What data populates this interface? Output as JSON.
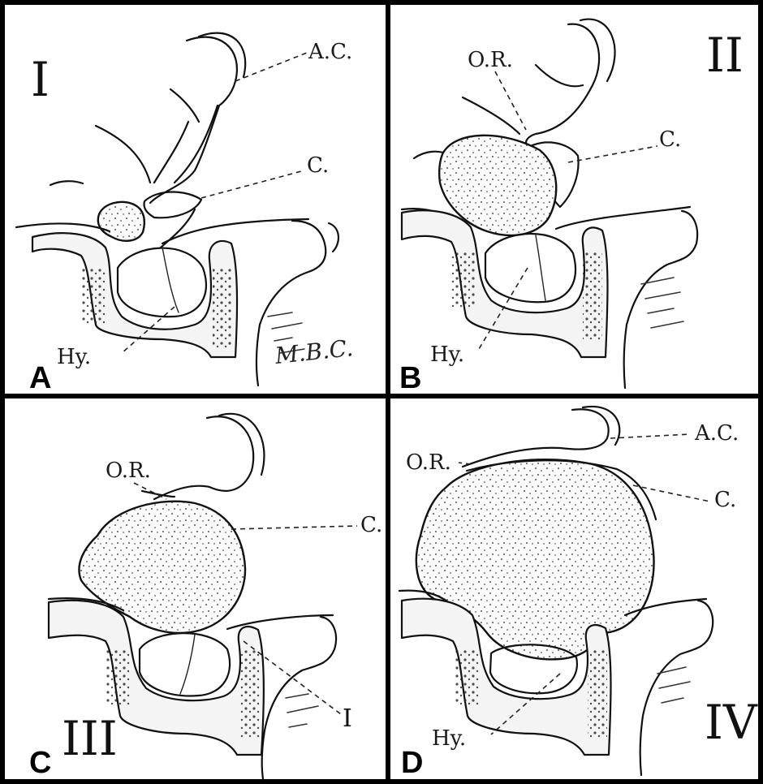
{
  "panels": [
    {
      "letter": "A",
      "stage": "I",
      "labels": {
        "ac": "A.C.",
        "c": "C.",
        "hy": "Hy."
      },
      "signature": "M.B.C."
    },
    {
      "letter": "B",
      "stage": "II",
      "labels": {
        "or": "O.R.",
        "c": "C.",
        "hy": "Hy."
      }
    },
    {
      "letter": "C",
      "stage": "III",
      "labels": {
        "or": "O.R.",
        "c": "C.",
        "i": "I"
      }
    },
    {
      "letter": "D",
      "stage": "IV",
      "labels": {
        "ac": "A.C.",
        "or": "O.R.",
        "c": "C.",
        "hy": "Hy."
      }
    }
  ],
  "colors": {
    "ink": "#111111",
    "paper": "#ffffff",
    "frame": "#000000"
  }
}
